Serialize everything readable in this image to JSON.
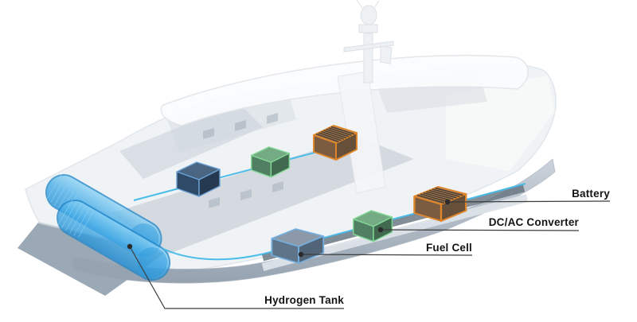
{
  "labels": {
    "battery": "Battery",
    "dc_ac_converter": "DC/AC Converter",
    "fuel_cell": "Fuel Cell",
    "hydrogen_tank": "Hydrogen Tank"
  },
  "colors": {
    "background": "#ffffff",
    "label_text": "#141414",
    "leader": "#3c3c3c",
    "pipe_cyan": "#41b9e8",
    "tank_blue": "#38a5e5",
    "tank_stroke": "#2387c9",
    "fuel_cell_stroke": "#74aede",
    "converter_stroke": "#82d695",
    "battery_stroke": "#e0862a",
    "navy_stroke": "#6aa0d4",
    "hull_light": "#eef1f5",
    "skirt_gray": "#9fabb8"
  }
}
